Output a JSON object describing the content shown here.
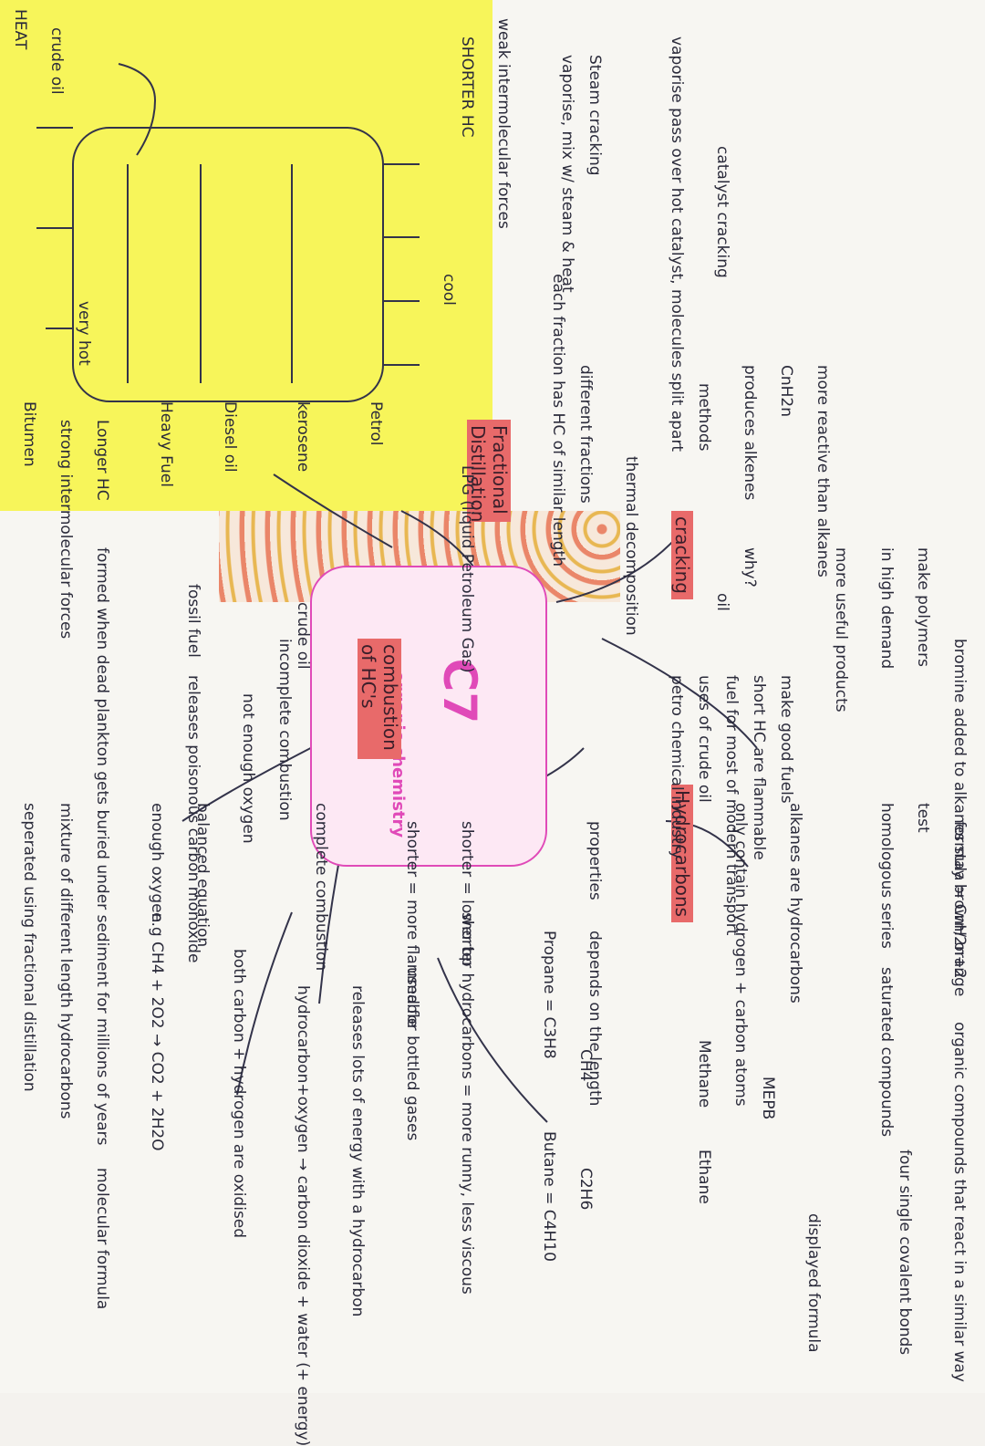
{
  "center": {
    "title": "C7",
    "subtitle": "- organic chemistry"
  },
  "headings": {
    "cracking": "cracking",
    "fractional": "Fractional Distillation",
    "combustion": "combustion of HC's",
    "hydrocarbons": "Hydrocarbons"
  },
  "cracking": {
    "why": "why?",
    "make_good_fuels": "make good fuels",
    "short_hc": "short HC are flammable",
    "fuel_for": "fuel for most of modern transport",
    "uses_crude": "uses of crude oil",
    "petro": "petro chemical industry",
    "oil": "oil",
    "more_useful": "more useful products",
    "make_polymers": "make polymers",
    "in_high_demand": "in high demand",
    "produces_alkenes": "produces alkenes",
    "more_reactive": "more reactive than alkanes",
    "formula": "CnH2n",
    "methods": "methods",
    "thermal": "thermal decomposition",
    "catalyst_cracking": "catalyst cracking",
    "catalyst_desc": "vaporise pass over hot catalyst, molecules split apart",
    "steam_cracking": "Steam cracking",
    "steam_desc": "vaporise, mix w/ steam & heat"
  },
  "distillation": {
    "weak": "weak intermolecular forces",
    "shorter": "SHORTER HC",
    "cool": "cool",
    "very_hot": "very hot",
    "crude_oil_in": "crude oil",
    "heat": "HEAT",
    "longer": "Longer HC",
    "each_fraction": "each fraction has HC of similar length",
    "different_fractions": "different fractions",
    "fractions": [
      "LPG (liquid Petroleum Gas)",
      "Petrol",
      "kerosene",
      "Diesel oil",
      "Heavy Fuel",
      "Bitumen"
    ],
    "strong": "strong intermolecular forces",
    "mixture": "mixture of different length hydrocarbons",
    "separated": "seperated using fractional distillation",
    "crude_oil": "crude oil",
    "fossil_fuel": "fossil fuel",
    "formed": "formed when dead plankton gets buried under sediment for millions of years"
  },
  "combustion": {
    "incomplete": "incomplete combustion",
    "not_enough_oxygen": "not enough oxygen",
    "releases_co": "releases poisonous carbon monoxide",
    "complete": "complete combustion",
    "enough_oxygen": "enough oxygen",
    "balanced": "balanced equation",
    "both_oxidised": "both carbon + hydrogen are oxidised",
    "releases_energy": "releases lots of energy with a hydrocarbon",
    "word_eq": "hydrocarbon+oxygen → carbon dioxide + water (+ energy)",
    "equation": "e.g CH4 + 2O2 → CO2 + 2H2O",
    "molecular_formula": "molecular formula"
  },
  "hydrocarbons": {
    "bromine": "bromine added to alkanes stay brown/ orange",
    "test": "test",
    "general_formula": "formula = CnH2n+2",
    "homologous": "homologous series",
    "organic_compounds": "organic compounds that react in a similar way",
    "saturated": "saturated compounds",
    "four_bonds": "four single covalent bonds",
    "alkanes_are": "alkanes are hydrocarbons",
    "only_contain": "only contain hydrogen + carbon atoms",
    "mepb": "MEPB",
    "displayed": "displayed formula",
    "methane": "Methane",
    "methane_f": "CH4",
    "ethane": "Ethane",
    "ethane_f": "C2H6",
    "propane": "Propane = C3H8",
    "butane": "Butane = C4H10",
    "properties": "properties",
    "depends": "depends on the length",
    "shorter_lower": "shorter = lower bp",
    "shorter_runny": "shorter hydrocarbons = more runny, less viscous",
    "shorter_flammable": "shorter = more flammable",
    "used_bottled": "used for bottled gases"
  },
  "colors": {
    "highlight": "#e86a6a",
    "sticky": "#f7f55a",
    "ink": "#2a2a3a",
    "pink": "#e04ab8"
  }
}
